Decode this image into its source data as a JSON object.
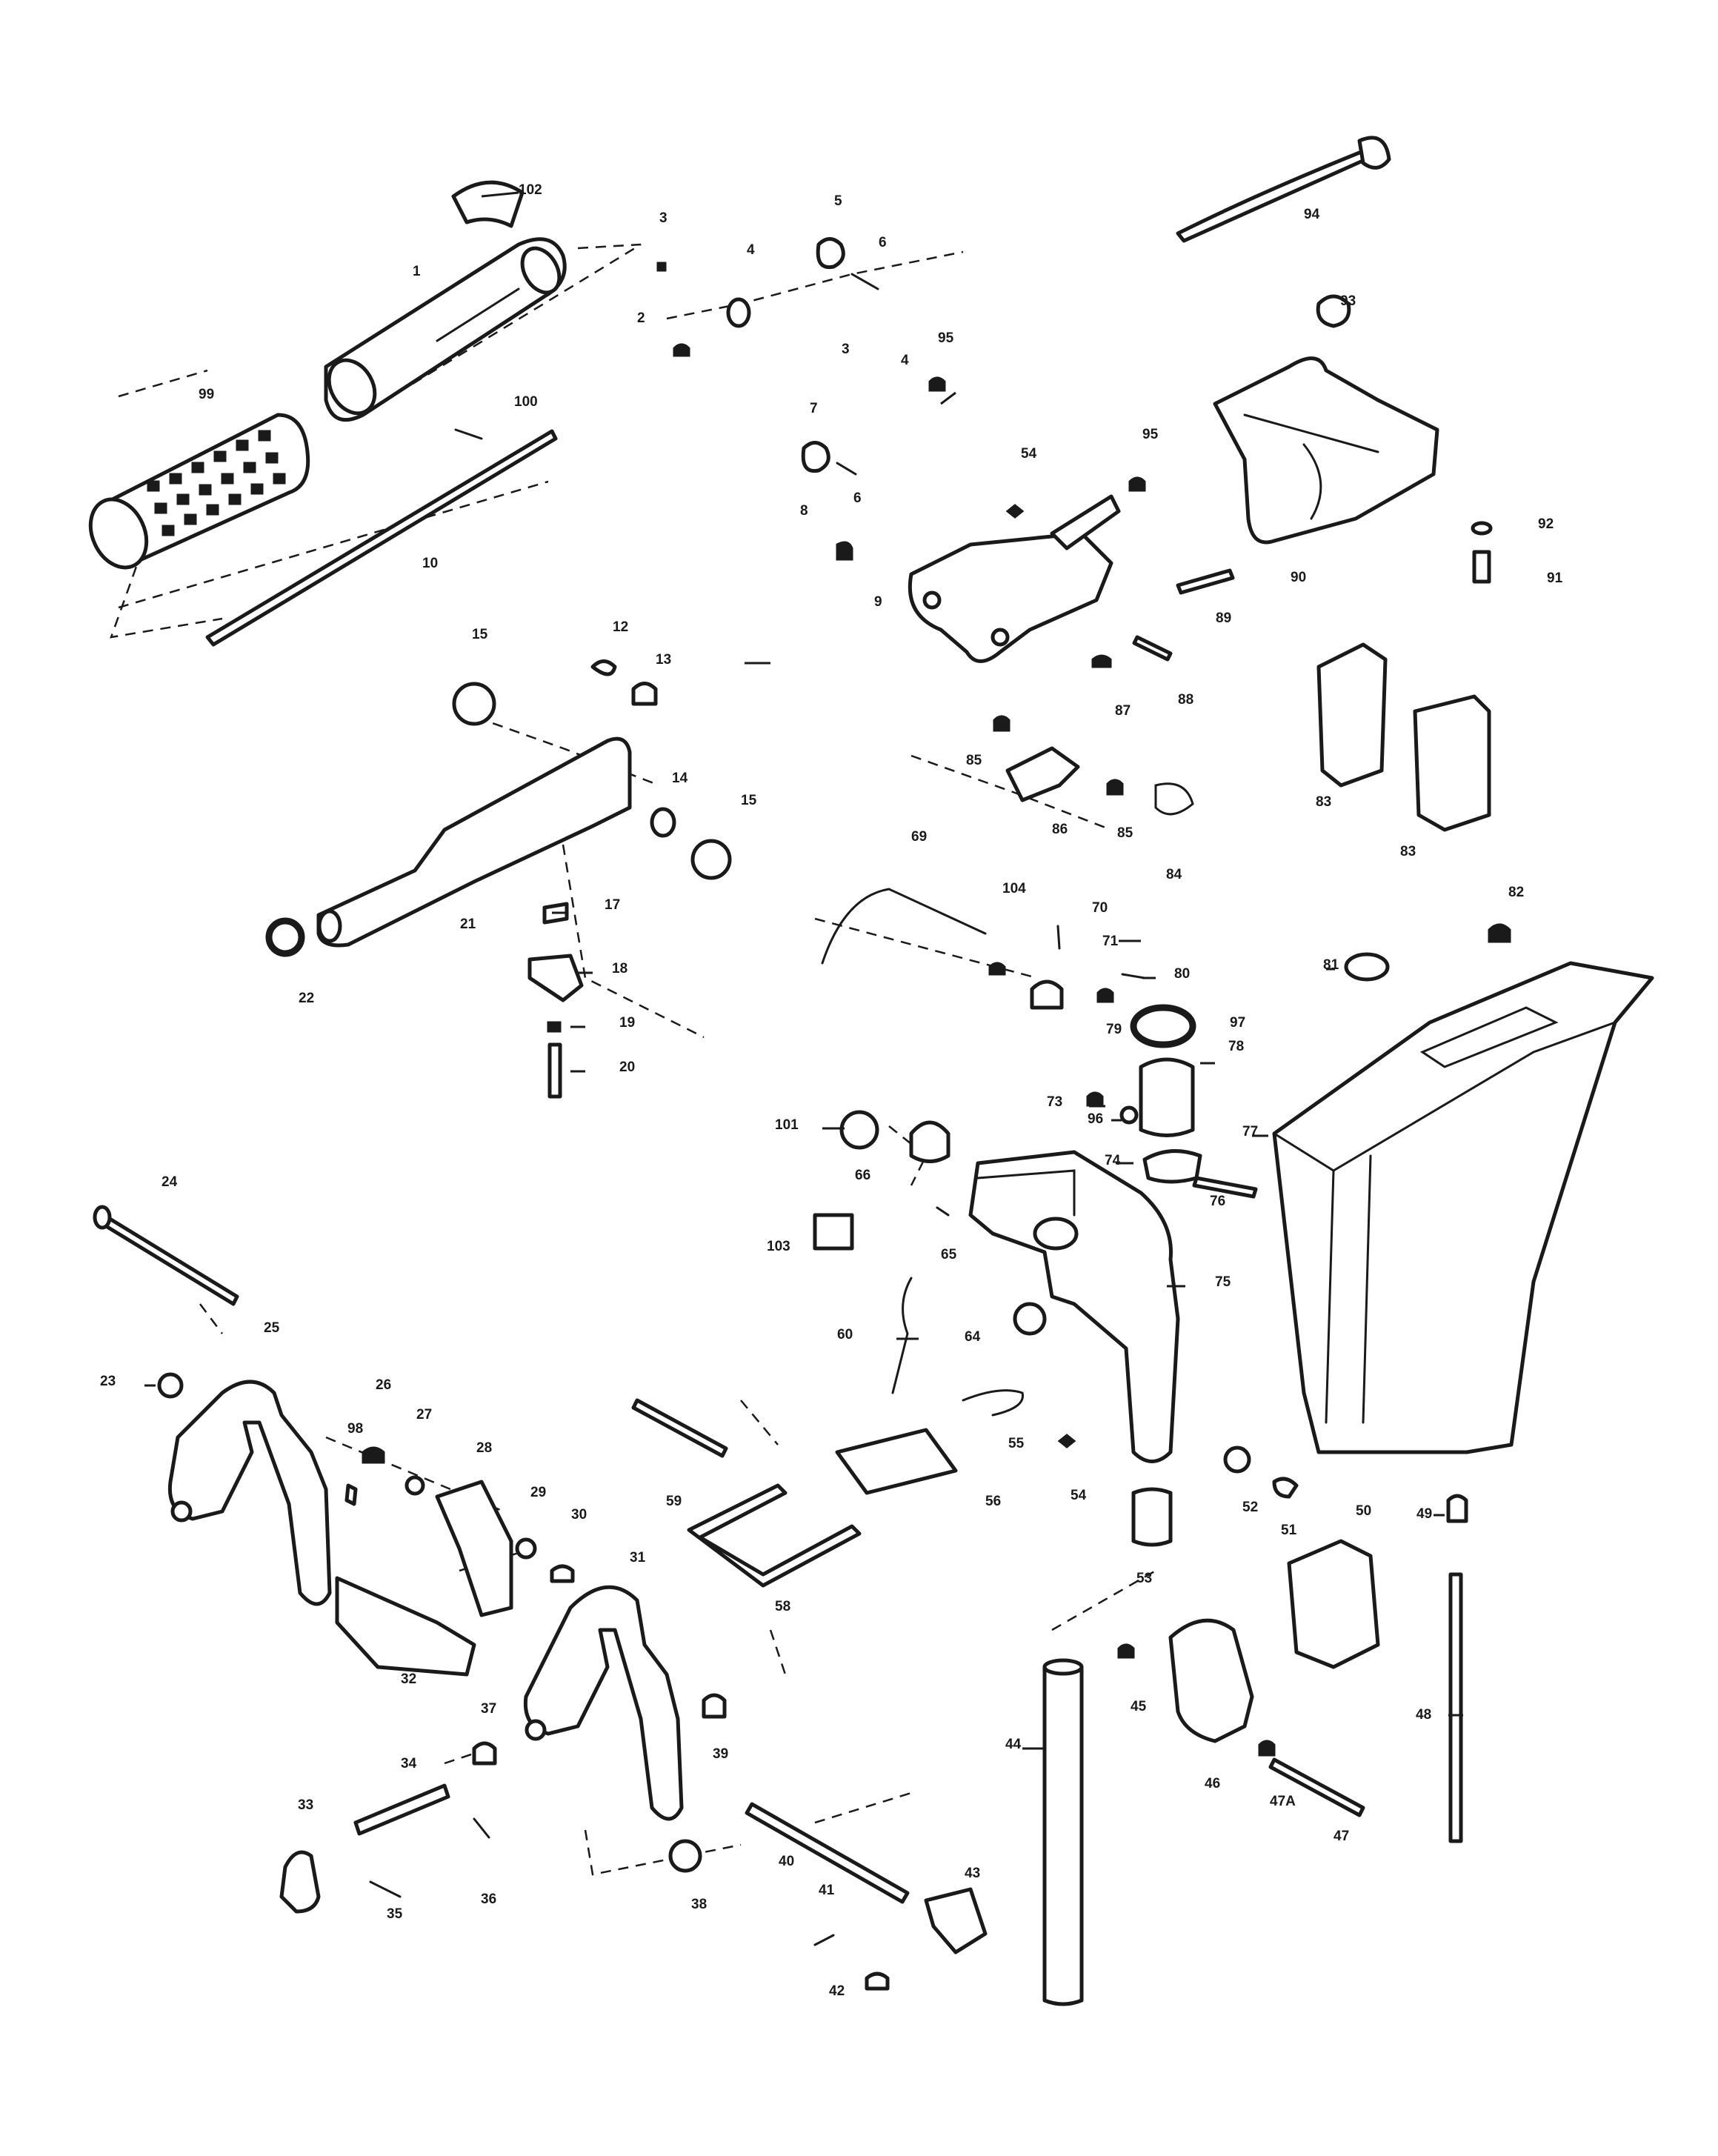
{
  "figure": {
    "type": "exploded-parts-diagram",
    "parts": [
      {
        "num": "1"
      },
      {
        "num": "2"
      },
      {
        "num": "3"
      },
      {
        "num": "4"
      },
      {
        "num": "5"
      },
      {
        "num": "6"
      },
      {
        "num": "7"
      },
      {
        "num": "8"
      },
      {
        "num": "9"
      },
      {
        "num": "10"
      },
      {
        "num": "12"
      },
      {
        "num": "13"
      },
      {
        "num": "14"
      },
      {
        "num": "15"
      },
      {
        "num": "17"
      },
      {
        "num": "18"
      },
      {
        "num": "19"
      },
      {
        "num": "20"
      },
      {
        "num": "21"
      },
      {
        "num": "22"
      },
      {
        "num": "23"
      },
      {
        "num": "24"
      },
      {
        "num": "25"
      },
      {
        "num": "26"
      },
      {
        "num": "27"
      },
      {
        "num": "28"
      },
      {
        "num": "29"
      },
      {
        "num": "30"
      },
      {
        "num": "31"
      },
      {
        "num": "32"
      },
      {
        "num": "33"
      },
      {
        "num": "34"
      },
      {
        "num": "35"
      },
      {
        "num": "36"
      },
      {
        "num": "37"
      },
      {
        "num": "38"
      },
      {
        "num": "39"
      },
      {
        "num": "40"
      },
      {
        "num": "41"
      },
      {
        "num": "42"
      },
      {
        "num": "43"
      },
      {
        "num": "44"
      },
      {
        "num": "45"
      },
      {
        "num": "46"
      },
      {
        "num": "47"
      },
      {
        "num": "47A"
      },
      {
        "num": "48"
      },
      {
        "num": "49"
      },
      {
        "num": "50"
      },
      {
        "num": "51"
      },
      {
        "num": "52"
      },
      {
        "num": "53"
      },
      {
        "num": "54"
      },
      {
        "num": "55"
      },
      {
        "num": "56"
      },
      {
        "num": "58"
      },
      {
        "num": "59"
      },
      {
        "num": "60"
      },
      {
        "num": "64"
      },
      {
        "num": "65"
      },
      {
        "num": "66"
      },
      {
        "num": "69"
      },
      {
        "num": "70"
      },
      {
        "num": "71"
      },
      {
        "num": "73"
      },
      {
        "num": "74"
      },
      {
        "num": "75"
      },
      {
        "num": "76"
      },
      {
        "num": "77"
      },
      {
        "num": "78"
      },
      {
        "num": "79"
      },
      {
        "num": "80"
      },
      {
        "num": "81"
      },
      {
        "num": "82"
      },
      {
        "num": "83"
      },
      {
        "num": "84"
      },
      {
        "num": "85"
      },
      {
        "num": "86"
      },
      {
        "num": "87"
      },
      {
        "num": "88"
      },
      {
        "num": "89"
      },
      {
        "num": "90"
      },
      {
        "num": "91"
      },
      {
        "num": "92"
      },
      {
        "num": "93"
      },
      {
        "num": "94"
      },
      {
        "num": "95"
      },
      {
        "num": "96"
      },
      {
        "num": "97"
      },
      {
        "num": "98"
      },
      {
        "num": "99"
      },
      {
        "num": "100"
      },
      {
        "num": "101"
      },
      {
        "num": "102"
      },
      {
        "num": "103"
      },
      {
        "num": "104"
      }
    ],
    "callouts": [
      {
        "ref": "102"
      },
      {
        "ref": "3"
      },
      {
        "ref": "5"
      },
      {
        "ref": "6"
      },
      {
        "ref": "4"
      },
      {
        "ref": "1"
      },
      {
        "ref": "2"
      },
      {
        "ref": "94"
      },
      {
        "ref": "93"
      },
      {
        "ref": "95"
      },
      {
        "ref": "3"
      },
      {
        "ref": "4"
      },
      {
        "ref": "99"
      },
      {
        "ref": "100"
      },
      {
        "ref": "7"
      },
      {
        "ref": "54"
      },
      {
        "ref": "95"
      },
      {
        "ref": "6"
      },
      {
        "ref": "8"
      },
      {
        "ref": "92"
      },
      {
        "ref": "9"
      },
      {
        "ref": "90"
      },
      {
        "ref": "91"
      },
      {
        "ref": "10"
      },
      {
        "ref": "89"
      },
      {
        "ref": "15"
      },
      {
        "ref": "12"
      },
      {
        "ref": "13"
      },
      {
        "ref": "87"
      },
      {
        "ref": "88"
      },
      {
        "ref": "85"
      },
      {
        "ref": "14"
      },
      {
        "ref": "15"
      },
      {
        "ref": "83"
      },
      {
        "ref": "86"
      },
      {
        "ref": "85"
      },
      {
        "ref": "69"
      },
      {
        "ref": "84"
      },
      {
        "ref": "83"
      },
      {
        "ref": "104"
      },
      {
        "ref": "70"
      },
      {
        "ref": "82"
      },
      {
        "ref": "17"
      },
      {
        "ref": "21"
      },
      {
        "ref": "71"
      },
      {
        "ref": "18"
      },
      {
        "ref": "81"
      },
      {
        "ref": "80"
      },
      {
        "ref": "22"
      },
      {
        "ref": "79"
      },
      {
        "ref": "97"
      },
      {
        "ref": "19"
      },
      {
        "ref": "20"
      },
      {
        "ref": "78"
      },
      {
        "ref": "73"
      },
      {
        "ref": "101"
      },
      {
        "ref": "96"
      },
      {
        "ref": "77"
      },
      {
        "ref": "66"
      },
      {
        "ref": "74"
      },
      {
        "ref": "76"
      },
      {
        "ref": "24"
      },
      {
        "ref": "65"
      },
      {
        "ref": "103"
      },
      {
        "ref": "75"
      },
      {
        "ref": "25"
      },
      {
        "ref": "60"
      },
      {
        "ref": "64"
      },
      {
        "ref": "23"
      },
      {
        "ref": "26"
      },
      {
        "ref": "27"
      },
      {
        "ref": "98"
      },
      {
        "ref": "28"
      },
      {
        "ref": "55"
      },
      {
        "ref": "59"
      },
      {
        "ref": "29"
      },
      {
        "ref": "54"
      },
      {
        "ref": "56"
      },
      {
        "ref": "52"
      },
      {
        "ref": "30"
      },
      {
        "ref": "50"
      },
      {
        "ref": "49"
      },
      {
        "ref": "51"
      },
      {
        "ref": "31"
      },
      {
        "ref": "53"
      },
      {
        "ref": "58"
      },
      {
        "ref": "32"
      },
      {
        "ref": "45"
      },
      {
        "ref": "37"
      },
      {
        "ref": "48"
      },
      {
        "ref": "44"
      },
      {
        "ref": "39"
      },
      {
        "ref": "34"
      },
      {
        "ref": "46"
      },
      {
        "ref": "47A"
      },
      {
        "ref": "47"
      },
      {
        "ref": "33"
      },
      {
        "ref": "40"
      },
      {
        "ref": "43"
      },
      {
        "ref": "35"
      },
      {
        "ref": "36"
      },
      {
        "ref": "41"
      },
      {
        "ref": "38"
      },
      {
        "ref": "42"
      }
    ]
  }
}
